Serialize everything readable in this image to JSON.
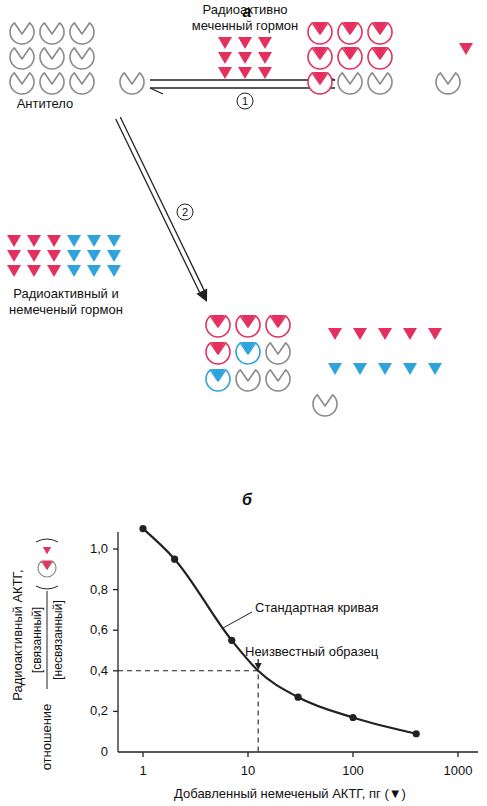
{
  "diagram": {
    "labels": [
      "а",
      "Радиоактивно меченный гормон",
      "1",
      "Антитело",
      "2",
      "Радиоактивный и немеченый гормон",
      "б",
      "1,0",
      "0,8",
      "0,6",
      "0,4",
      "0,2",
      "0",
      "Стандартная кривая",
      "Неизвестный образец",
      "Радиоактивный АКТГ,",
      "отношение",
      "[связанный]",
      "[несвязанный]",
      "1",
      "10",
      "100",
      "1000",
      "Добавленный немеченый АКТГ, пг (▼)"
    ]
  }
}
